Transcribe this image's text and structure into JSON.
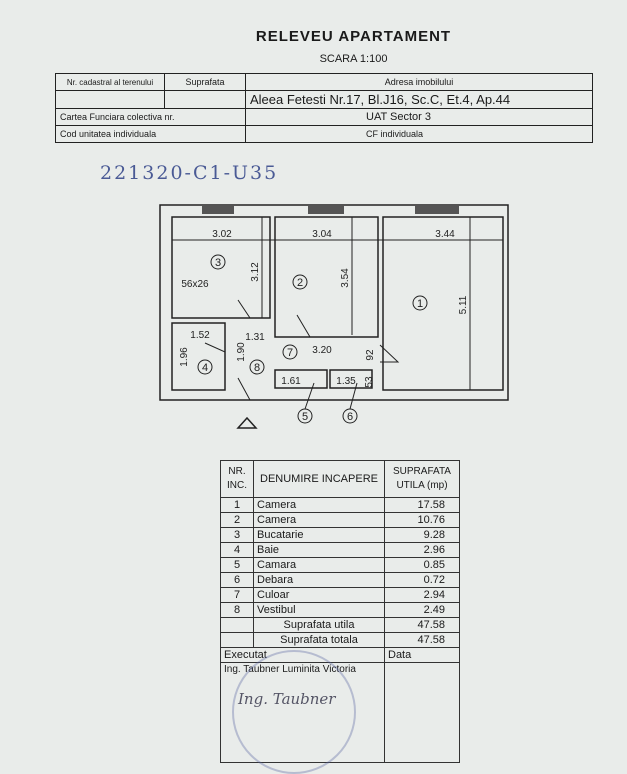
{
  "header": {
    "title": "RELEVEU APARTAMENT",
    "scale": "SCARA 1:100"
  },
  "info": {
    "nr_cadastral_label": "Nr. cadastral al terenului",
    "suprafata_label": "Suprafata",
    "adresa_label": "Adresa imobilului",
    "adresa_value": "Aleea Fetesti  Nr.17,  Bl.J16,  Sc.C,  Et.4,  Ap.44",
    "carte_funciara_label": "Cartea Funciara colectiva nr.",
    "uat_label": "UAT Sector  3",
    "cod_unitate_label": "Cod unitatea individuala",
    "cf_label": "CF individuala"
  },
  "handwritten_note": "221320-C1-U35",
  "plan": {
    "dims": {
      "d302": "3.02",
      "d304": "3.04",
      "d344": "3.44",
      "d312": "3.12",
      "d354": "3.54",
      "d511": "5.11",
      "d56x26": "56x26",
      "d152": "1.52",
      "d131": "1.31",
      "d196": "1.96",
      "d190": "1.90",
      "d320": "3.20",
      "d92": "92",
      "d161": "1.61",
      "d135": "1.35",
      "d53": "53"
    },
    "rooms": {
      "r1": "1",
      "r2": "2",
      "r3": "3",
      "r4": "4",
      "r5": "5",
      "r6": "6",
      "r7": "7",
      "r8": "8"
    }
  },
  "table": {
    "head_nr": "NR. INC.",
    "head_name": "DENUMIRE INCAPERE",
    "head_area": "SUPRAFATA UTILA (mp)",
    "rows": [
      {
        "nr": "1",
        "name": "Camera",
        "area": "17.58"
      },
      {
        "nr": "2",
        "name": "Camera",
        "area": "10.76"
      },
      {
        "nr": "3",
        "name": "Bucatarie",
        "area": "9.28"
      },
      {
        "nr": "4",
        "name": "Baie",
        "area": "2.96"
      },
      {
        "nr": "5",
        "name": "Camara",
        "area": "0.85"
      },
      {
        "nr": "6",
        "name": "Debara",
        "area": "0.72"
      },
      {
        "nr": "7",
        "name": "Culoar",
        "area": "2.94"
      },
      {
        "nr": "8",
        "name": "Vestibul",
        "area": "2.49"
      }
    ],
    "util_label": "Suprafata utila",
    "util_value": "47.58",
    "total_label": "Suprafata totala",
    "total_value": "47.58",
    "executat_label": "Executat",
    "data_label": "Data",
    "engineer": "Ing. Taubner Luminita Victoria",
    "signature": "Ing. Taubner"
  }
}
